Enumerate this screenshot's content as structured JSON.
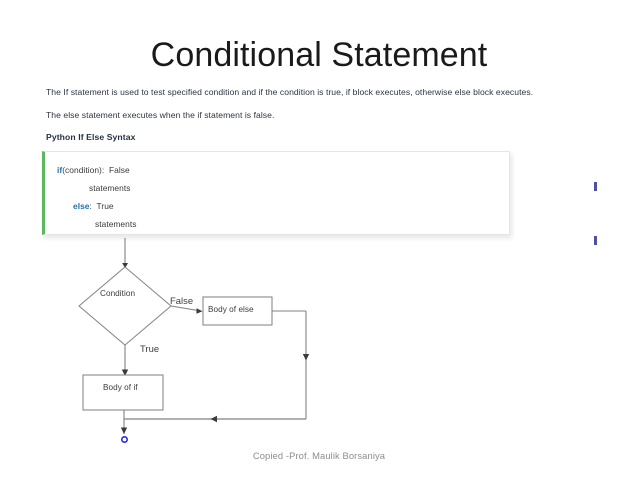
{
  "slide": {
    "title": "Conditional Statement",
    "paragraphs": [
      "The If statement is used to test specified condition and if the condition is true, if block executes, otherwise else block executes.",
      "The else statement executes when the if statement is false."
    ],
    "syntax_heading": "Python If Else Syntax",
    "footer": "Copied -Prof. Maulik Borsaniya"
  },
  "code_block": {
    "accent_color": "#5cb85c",
    "keyword_color": "#2471a3",
    "lines": [
      {
        "keyword": "if",
        "rest": "(condition):  False"
      },
      {
        "keyword": "",
        "rest": "statements"
      },
      {
        "keyword": "else",
        "rest": ":  True"
      },
      {
        "keyword": "",
        "rest": "statements"
      }
    ]
  },
  "flowchart": {
    "decision_label": "Condition",
    "branch_false_label": "False",
    "branch_true_label": "True",
    "box_else_label": "Body of else",
    "box_if_label": "Body of if",
    "line_color": "#808080",
    "terminator_color": "#2a2adc"
  }
}
